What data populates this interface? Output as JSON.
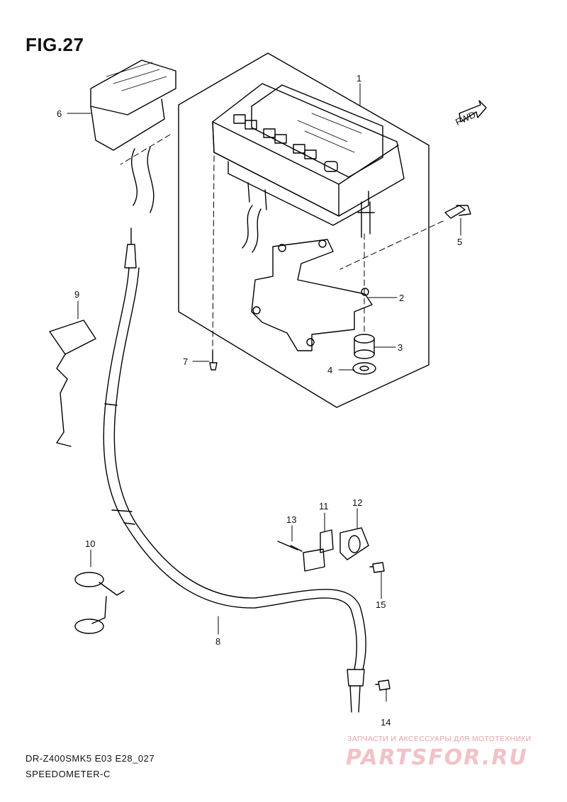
{
  "figure": {
    "title": "FIG.27"
  },
  "callouts": [
    "1",
    "2",
    "3",
    "4",
    "5",
    "6",
    "7",
    "8",
    "9",
    "10",
    "11",
    "12",
    "13",
    "14",
    "15"
  ],
  "fwd_label": "FWD",
  "footer": {
    "model_code": "DR-Z400SMK5 E03 E28_027",
    "section": "SPEEDOMETER-C"
  },
  "watermark": {
    "caption": "ЗАПЧАСТИ И АКСЕССУАРЫ ДЛЯ МОТОТЕХНИКИ",
    "logo": "PARTSFOR.RU"
  }
}
